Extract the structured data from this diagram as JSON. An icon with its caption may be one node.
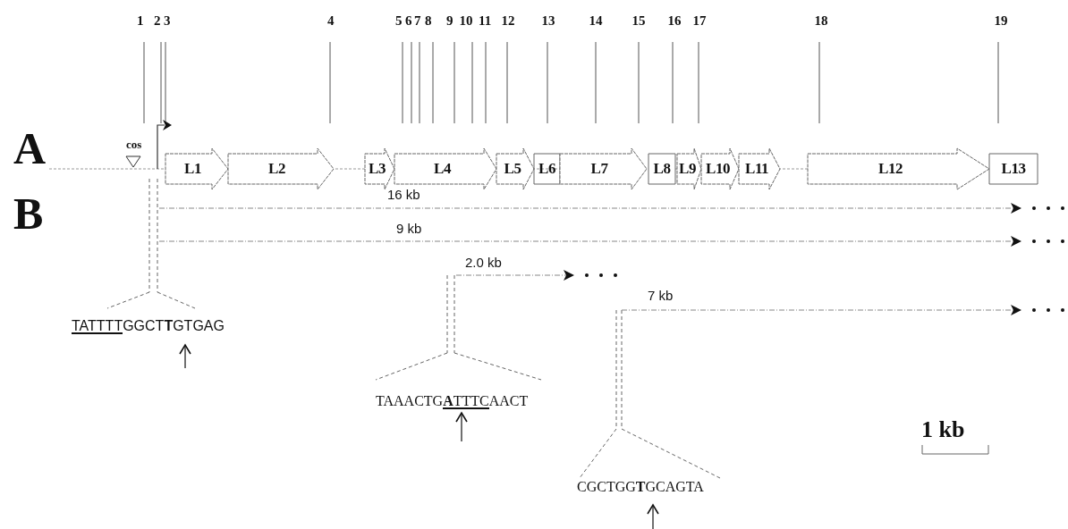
{
  "diagram": {
    "nodes": [
      {
        "text": [
          "L1"
        ]
      },
      {
        "text": [
          "L2"
        ]
      },
      {
        "text": [
          "L3"
        ]
      },
      {
        "text": [
          "L4"
        ]
      },
      {
        "text": [
          "L5"
        ]
      },
      {
        "text": [
          "L6"
        ]
      },
      {
        "text": [
          "L7"
        ]
      },
      {
        "text": [
          "L8"
        ]
      },
      {
        "text": [
          "L9"
        ]
      },
      {
        "text": [
          "L10"
        ]
      },
      {
        "text": [
          "L11"
        ]
      },
      {
        "text": [
          "L12"
        ]
      },
      {
        "text": [
          "L13"
        ]
      }
    ],
    "labels": [
      "1",
      "2",
      "3",
      "4",
      "5",
      "6",
      "7",
      "8",
      "9",
      "10",
      "11",
      "12",
      "13",
      "14",
      "15",
      "16",
      "17",
      "18",
      "19",
      "A",
      "cos",
      "16 kb",
      "B",
      "9 kb",
      "2.0 kb",
      "7 kb",
      "TATTTTGGCT**T**GTGAG",
      "TAAACTG**A**TTTCAACT",
      "1 kb",
      "CGCTGG**T**GCAGTA"
    ]
  }
}
